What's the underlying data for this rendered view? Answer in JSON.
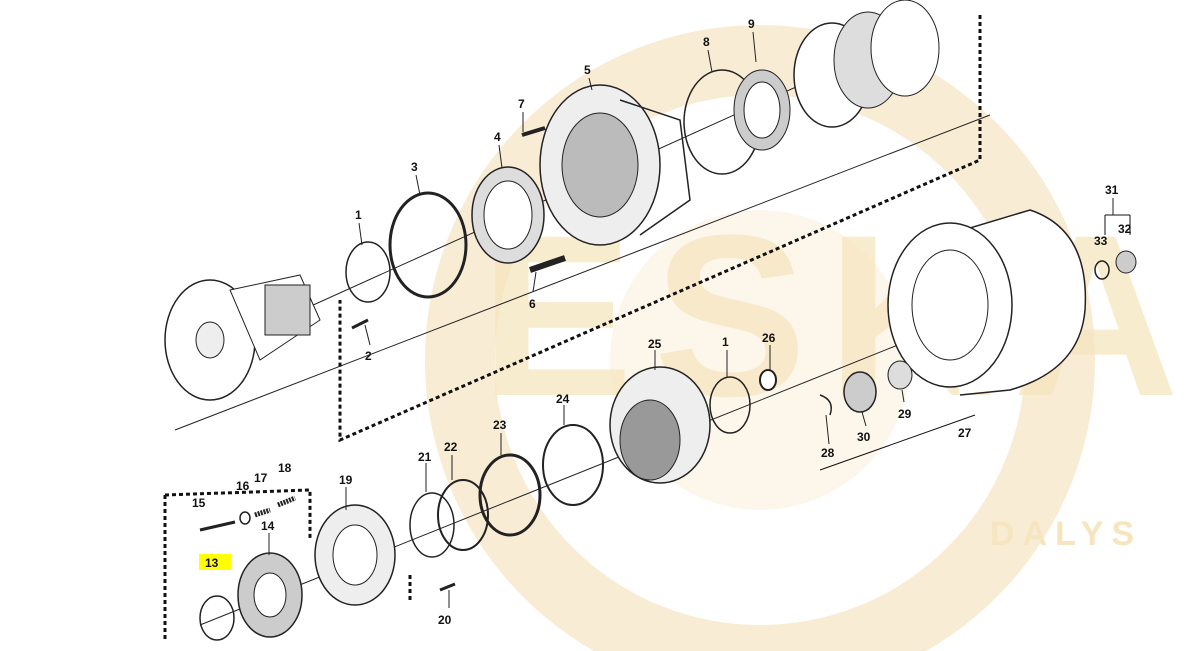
{
  "watermark": {
    "main": "ESKA",
    "sub": "DALYS",
    "color": "#f6e3b8"
  },
  "highlight": {
    "label": "13",
    "color": "#ffff00"
  },
  "callouts": [
    "1",
    "2",
    "3",
    "4",
    "5",
    "6",
    "7",
    "8",
    "9",
    "1",
    "13",
    "14",
    "15",
    "16",
    "17",
    "18",
    "19",
    "20",
    "21",
    "22",
    "23",
    "24",
    "25",
    "26",
    "27",
    "28",
    "29",
    "30",
    "31",
    "32",
    "33"
  ]
}
